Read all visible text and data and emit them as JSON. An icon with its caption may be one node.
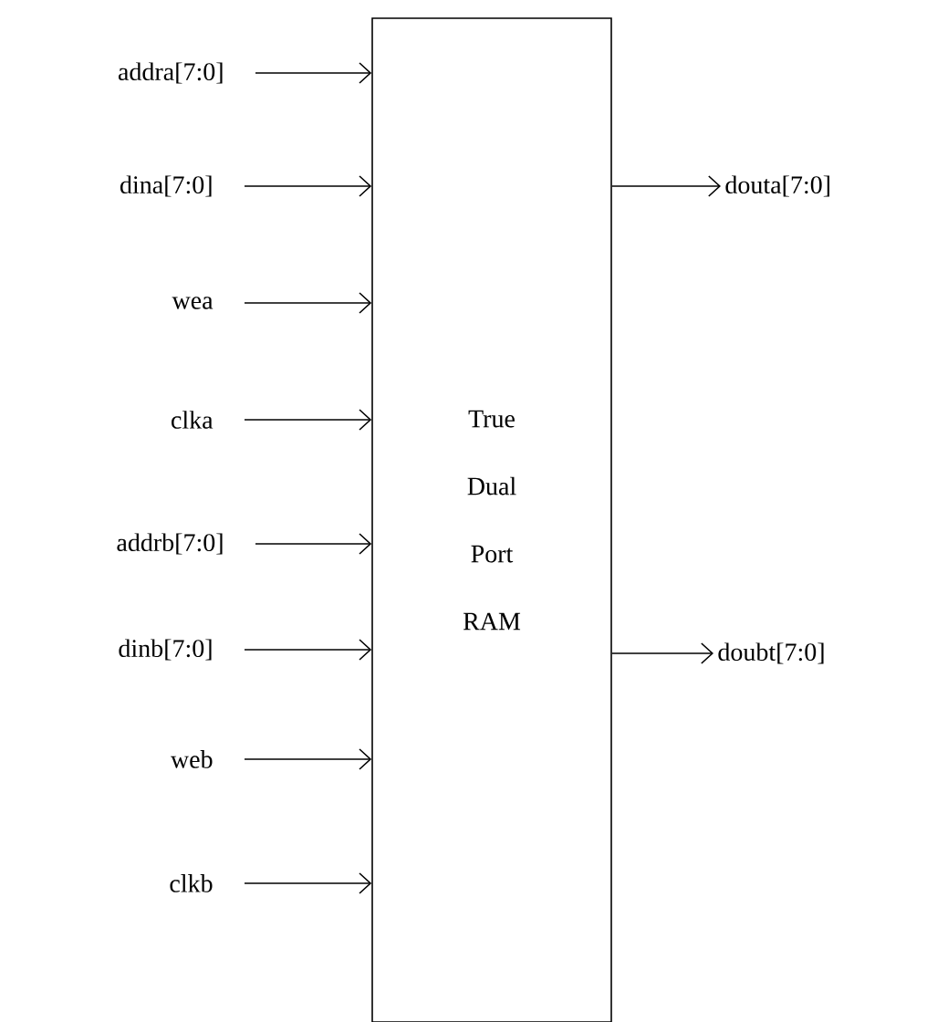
{
  "diagram": {
    "nodes": [
      {
        "text": [
          "True Dual Port RAM"
        ]
      },
      {
        "text": [
          "addra[7:0]"
        ]
      },
      {
        "text": [
          "dina[7:0]"
        ]
      },
      {
        "text": [
          "wea"
        ]
      },
      {
        "text": [
          "clka"
        ]
      },
      {
        "text": [
          "addrb[7:0]"
        ]
      },
      {
        "text": [
          "dinb[7:0]"
        ]
      },
      {
        "text": [
          "web"
        ]
      },
      {
        "text": [
          "clkb"
        ]
      },
      {
        "text": [
          "douta[7:0]"
        ]
      },
      {
        "text": [
          "doubt[7:0]"
        ]
      }
    ],
    "edges": [
      {
        "from": 1,
        "to": 0,
        "arrow": "to"
      },
      {
        "from": 2,
        "to": 0,
        "arrow": "to"
      },
      {
        "from": 3,
        "to": 0,
        "arrow": "to"
      },
      {
        "from": 4,
        "to": 0,
        "arrow": "to"
      },
      {
        "from": 5,
        "to": 0,
        "arrow": "to"
      },
      {
        "from": 6,
        "to": 0,
        "arrow": "to"
      },
      {
        "from": 7,
        "to": 0,
        "arrow": "to"
      },
      {
        "from": 8,
        "to": 0,
        "arrow": "to"
      },
      {
        "from": 0,
        "to": 9,
        "arrow": "to"
      },
      {
        "from": 0,
        "to": 10,
        "arrow": "to"
      }
    ]
  }
}
